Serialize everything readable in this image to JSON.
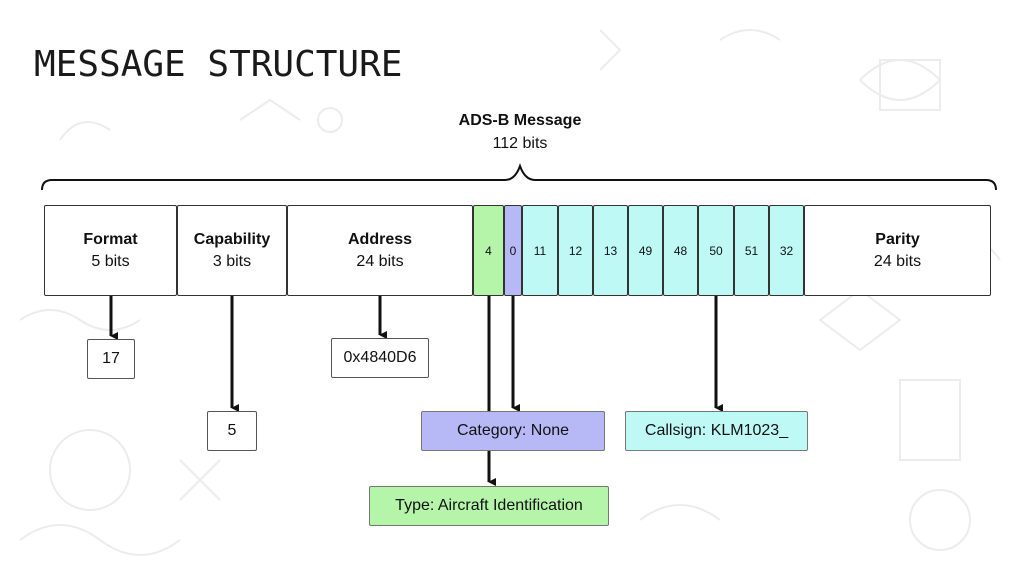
{
  "title": "MESSAGE STRUCTURE",
  "message": {
    "name": "ADS-B Message",
    "size": "112 bits"
  },
  "fields": {
    "format": {
      "name": "Format",
      "bits": "5 bits",
      "value": "17"
    },
    "capability": {
      "name": "Capability",
      "bits": "3 bits",
      "value": "5"
    },
    "address": {
      "name": "Address",
      "bits": "24 bits",
      "value": "0x4840D6"
    },
    "parity": {
      "name": "Parity",
      "bits": "24 bits"
    }
  },
  "data_bytes": [
    "4",
    "0",
    "11",
    "12",
    "13",
    "49",
    "48",
    "50",
    "51",
    "32"
  ],
  "annotations": {
    "category": "Category: None",
    "callsign": "Callsign: KLM1023_",
    "type": "Type: Aircraft Identification"
  },
  "colors": {
    "type_green": "#b5f5a9",
    "category_purple": "#b7b8f6",
    "callsign_cyan": "#bff9f6"
  }
}
